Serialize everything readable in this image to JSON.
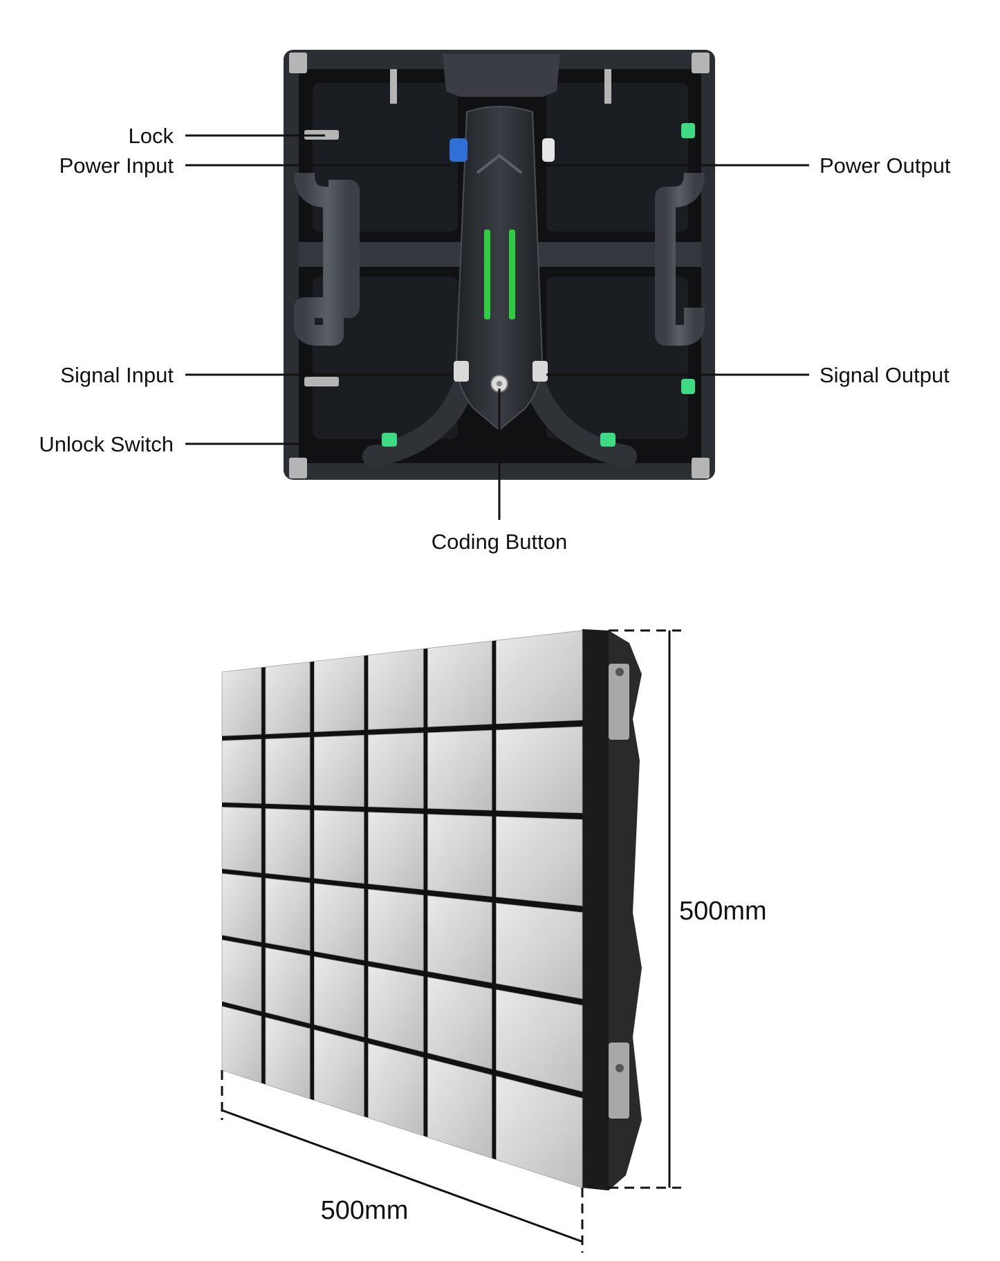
{
  "rear_view": {
    "callouts": {
      "lock": "Lock",
      "power_input": "Power Input",
      "power_output": "Power Output",
      "signal_input": "Signal Input",
      "signal_output": "Signal Output",
      "unlock_switch": "Unlock Switch",
      "coding_button": "Coding Button"
    },
    "colors": {
      "cabinet_frame": "#2b2e33",
      "cabinet_interior": "#0f1113",
      "connector_green": "#3ddc84",
      "indicator_green": "#2ecc40",
      "power_connector_blue": "#2f6fd6",
      "lock_pin": "#b5b5b5"
    }
  },
  "front_view": {
    "dimensions": {
      "height": "500mm",
      "width": "500mm"
    },
    "module_grid": {
      "rows": 6,
      "columns": 6
    },
    "colors": {
      "tile": "#d9d9d9",
      "tile_gap": "#111111",
      "side_frame": "#1b1b1b",
      "bracket": "#a8a8a8"
    }
  }
}
